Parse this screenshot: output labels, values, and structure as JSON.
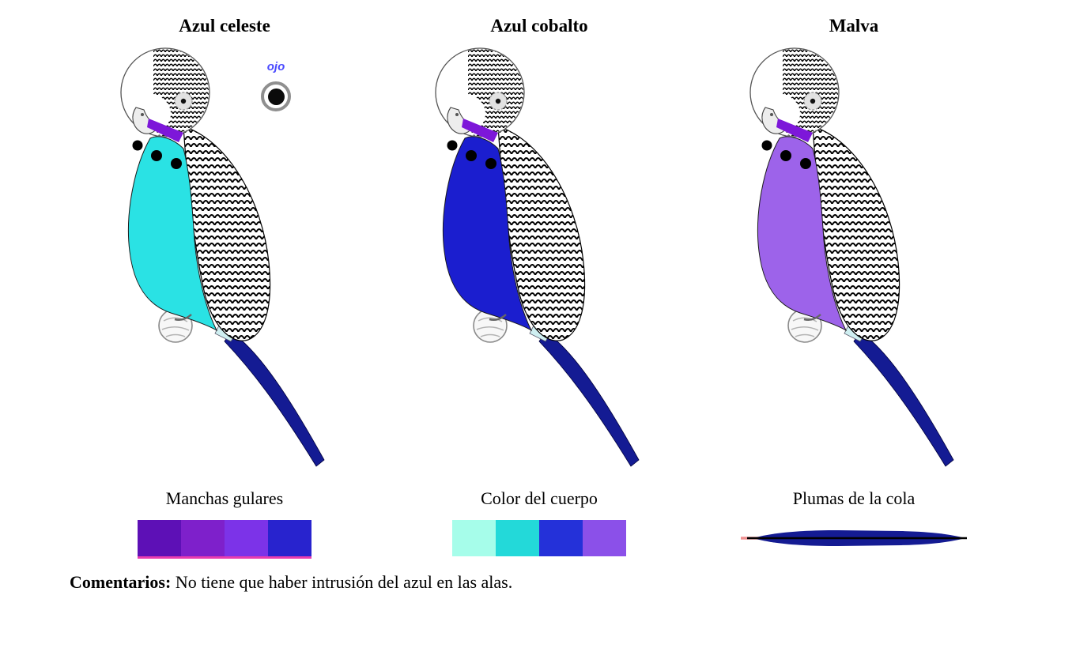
{
  "figures": [
    {
      "title": "Azul celeste",
      "body_color": "#2ae2e4"
    },
    {
      "title": "Azul cobalto",
      "body_color": "#1b1ecf"
    },
    {
      "title": "Malva",
      "body_color": "#9d63ea"
    }
  ],
  "eye_annotation": {
    "label": "ojo",
    "label_color": "#4a4aff"
  },
  "bird": {
    "tail_color": "#141b93",
    "cheek_color": "#7d17d9",
    "spot_color": "#000000"
  },
  "panels": {
    "gular": {
      "label": "Manchas gulares",
      "colors": [
        "#5d10b6",
        "#7e20cb",
        "#7c33e8",
        "#2823ce"
      ],
      "underline_color": "#e93cb0"
    },
    "cuerpo": {
      "label": "Color del cuerpo",
      "colors": [
        "#a6fdea",
        "#23d9d9",
        "#2431d9",
        "#8b50e9"
      ]
    },
    "cola": {
      "label": "Plumas de la cola",
      "feather_color": "#141b93",
      "shaft_color": "#000000",
      "tip_color": "#ef8f8f"
    }
  },
  "comments": {
    "label": "Comentarios:",
    "text": " No tiene que haber intrusión del azul en las alas."
  }
}
